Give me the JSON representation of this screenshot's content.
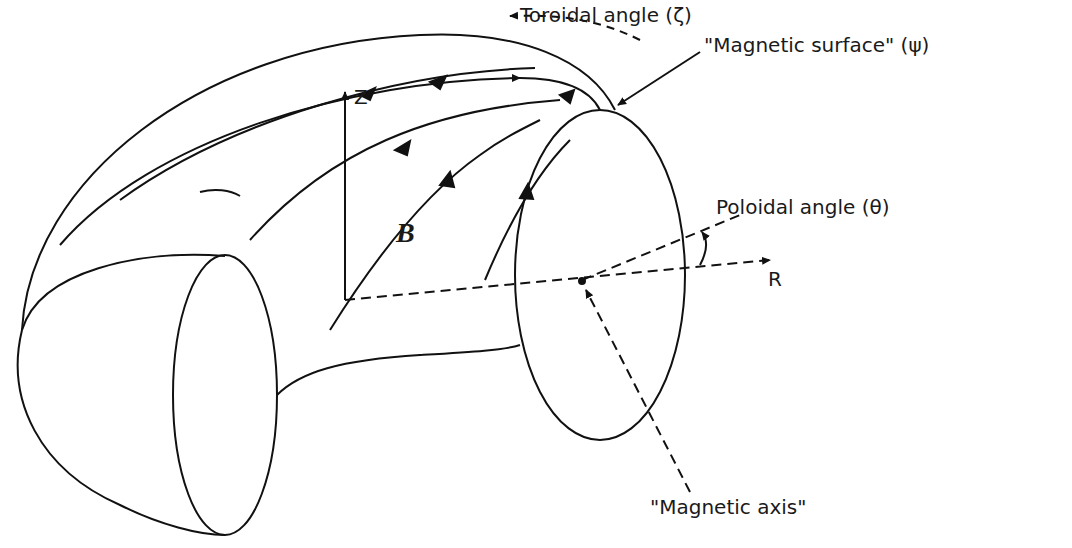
{
  "diagram": {
    "labels": [
      "Toroidal angle (ζ)",
      "Z",
      "\"Magnetic surface\" (ψ)",
      "B",
      "Poloidal angle (θ)",
      "R",
      "\"Magnetic axis\""
    ]
  }
}
